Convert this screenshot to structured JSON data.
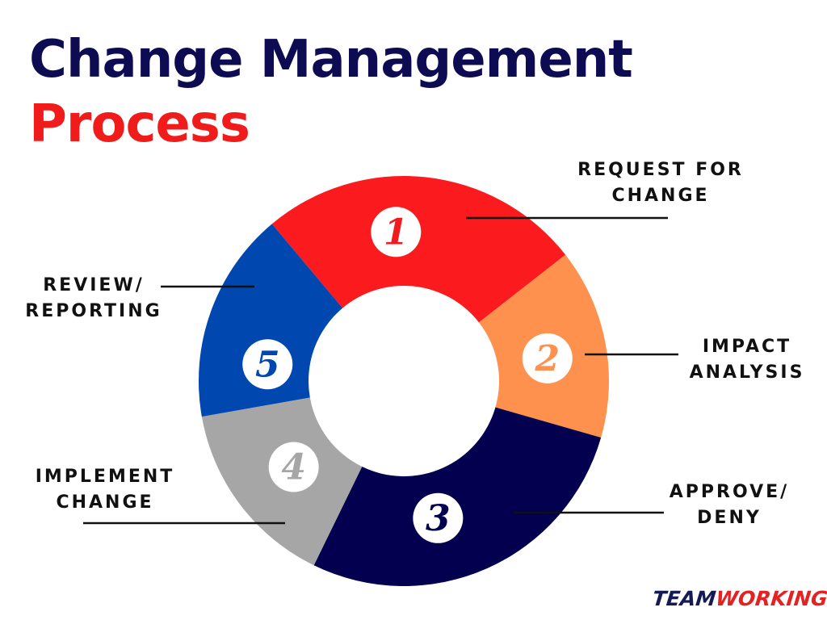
{
  "title": {
    "line1": "Change Management",
    "line2": "Process"
  },
  "steps": [
    {
      "number": "1",
      "label_lines": [
        "REQUEST FOR",
        "CHANGE"
      ],
      "color": "#fb1a1d",
      "number_color": "#ef1b1e"
    },
    {
      "number": "2",
      "label_lines": [
        "IMPACT",
        "ANALYSIS"
      ],
      "color": "#fe914e",
      "number_color": "#fe914e"
    },
    {
      "number": "3",
      "label_lines": [
        "APPROVE/",
        "DENY"
      ],
      "color": "#02004f",
      "number_color": "#02004f"
    },
    {
      "number": "4",
      "label_lines": [
        "IMPLEMENT",
        "CHANGE"
      ],
      "color": "#a6a6a6",
      "number_color": "#a6a6a6"
    },
    {
      "number": "5",
      "label_lines": [
        "REVIEW/",
        "REPORTING"
      ],
      "color": "#0047b0",
      "number_color": "#0047b0"
    }
  ],
  "logo": {
    "part1": "TEAM",
    "part2": "WORKING",
    "color1": "#151a55",
    "color2": "#e52222"
  }
}
